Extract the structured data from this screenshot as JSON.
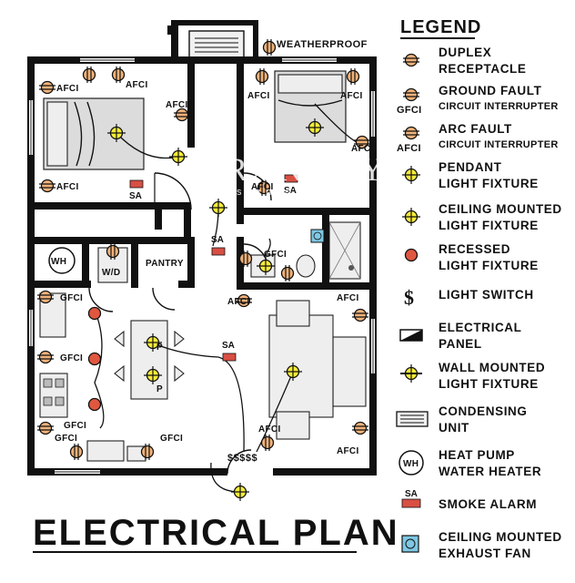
{
  "title": "ELECTRICAL PLAN",
  "watermark": {
    "name": "TRANQUY",
    "tagline": "Design & Build"
  },
  "labels": {
    "weatherproof": "WEATHERPROOF",
    "afci": "AFCI",
    "gfci": "GFCI",
    "sa": "SA",
    "wh": "WH",
    "wd": "W/D",
    "pantry": "PANTRY",
    "p": "P",
    "switches": "$$$$$"
  },
  "legend": {
    "title": "LEGEND",
    "items": [
      {
        "symbol": "duplex-receptacle",
        "lines": [
          "DUPLEX",
          "RECEPTACLE"
        ],
        "tag": ""
      },
      {
        "symbol": "gfci-receptacle",
        "lines": [
          "GROUND FAULT",
          "CIRCUIT INTERRUPTER"
        ],
        "tag": "GFCI"
      },
      {
        "symbol": "afci-receptacle",
        "lines": [
          "ARC FAULT",
          "CIRCUIT INTERRUPTER"
        ],
        "tag": "AFCI"
      },
      {
        "symbol": "pendant-light",
        "lines": [
          "PENDANT",
          "LIGHT FIXTURE"
        ],
        "tag": ""
      },
      {
        "symbol": "ceiling-light",
        "lines": [
          "CEILING MOUNTED",
          "LIGHT FIXTURE"
        ],
        "tag": ""
      },
      {
        "symbol": "recessed-light",
        "lines": [
          "RECESSED",
          "LIGHT FIXTURE"
        ],
        "tag": ""
      },
      {
        "symbol": "light-switch",
        "lines": [
          "LIGHT SWITCH"
        ],
        "tag": ""
      },
      {
        "symbol": "electrical-panel",
        "lines": [
          "ELECTRICAL",
          "PANEL"
        ],
        "tag": ""
      },
      {
        "symbol": "wall-light",
        "lines": [
          "WALL MOUNTED",
          "LIGHT FIXTURE"
        ],
        "tag": ""
      },
      {
        "symbol": "condensing-unit",
        "lines": [
          "CONDENSING",
          "UNIT"
        ],
        "tag": ""
      },
      {
        "symbol": "water-heater",
        "lines": [
          "HEAT PUMP",
          "WATER HEATER"
        ],
        "tag": ""
      },
      {
        "symbol": "smoke-alarm",
        "lines": [
          "SMOKE ALARM"
        ],
        "tag": ""
      },
      {
        "symbol": "exhaust-fan",
        "lines": [
          "CEILING MOUNTED",
          "EXHAUST FAN"
        ],
        "tag": ""
      }
    ]
  },
  "colors": {
    "receptacle": "#f0b27a",
    "light": "#f7ec3a",
    "recessed": "#e0573f",
    "smoke_alarm": "#d94f44",
    "exhaust_fan": "#7ec8e3",
    "wall": "#111111"
  }
}
